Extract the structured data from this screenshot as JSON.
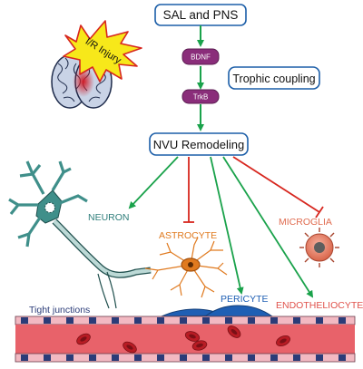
{
  "top_box": "SAL and PNS",
  "injury_label": "I/R Injury",
  "bdnf": "BDNF",
  "trkb": "TrkB",
  "trophic_label": "Trophic coupling",
  "nvu_label": "NVU Remodeling",
  "targets": {
    "neuron": "NEURON",
    "astrocyte": "ASTROCYTE",
    "microglia": "MICROGLIA",
    "pericyte": "PERICYTE",
    "endotheliocyte": "ENDOTHELIOCYTE",
    "tight_junctions": "Tight junctions"
  },
  "colors": {
    "activate_arrow": "#1aa24b",
    "inhibit_arrow": "#d7261e",
    "box_border": "#1c5ea8",
    "pill": "#8a2d7a",
    "neuron": "#2e7d7a",
    "astrocyte": "#e07a1f",
    "microglia": "#e06b4f",
    "pericyte": "#1f5fb4",
    "vessel": "#e8626a",
    "blood_cell": "#b81c24"
  }
}
